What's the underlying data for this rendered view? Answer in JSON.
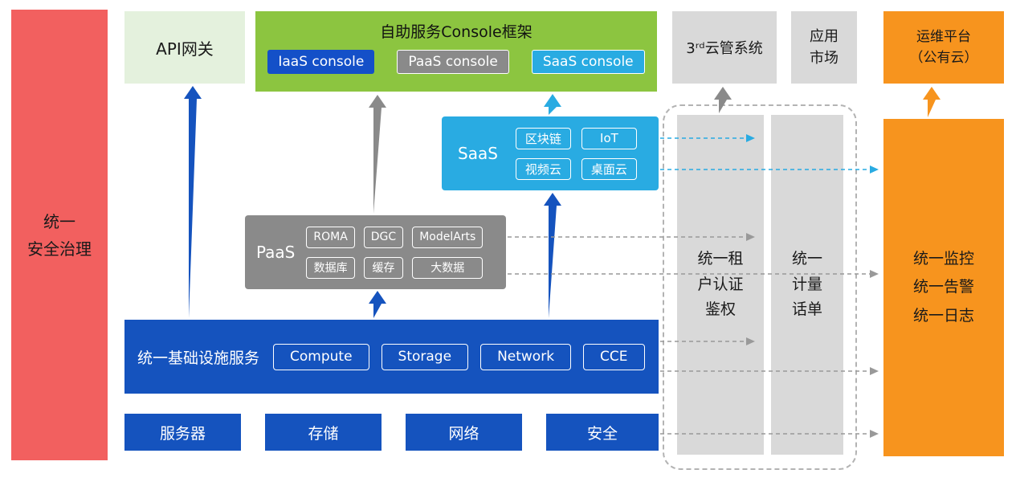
{
  "colors": {
    "red": "#f2605f",
    "light_green": "#e4f1dd",
    "green": "#8cc540",
    "blue": "#1553be",
    "dark_gray": "#8a8a8a",
    "light_gray": "#d9d9d9",
    "cyan": "#29abe2",
    "orange": "#f7941e"
  },
  "diagram": {
    "security_governance": {
      "label": "统一\n安全治理"
    },
    "api_gateway": {
      "label": "API网关"
    },
    "console_frame": {
      "title": "自助服务Console框架",
      "consoles": [
        "IaaS console",
        "PaaS console",
        "SaaS console"
      ]
    },
    "third_party_cloud_mgmt": {
      "label": "3ʳᵈ云管系统"
    },
    "app_market": {
      "label": "应用\n市场"
    },
    "ops_platform": {
      "label": "运维平台\n（公有云）"
    },
    "saas": {
      "label": "SaaS",
      "items": [
        "区块链",
        "IoT",
        "视频云",
        "桌面云"
      ]
    },
    "paas": {
      "label": "PaaS",
      "items": [
        "ROMA",
        "DGC",
        "ModelArts",
        "数据库",
        "缓存",
        "大数据"
      ]
    },
    "iaas": {
      "label": "统一基础设施服务",
      "items": [
        "Compute",
        "Storage",
        "Network",
        "CCE"
      ]
    },
    "hardware": {
      "items": [
        "服务器",
        "存储",
        "网络",
        "安全"
      ]
    },
    "tenant_auth": {
      "label": "统一租\n户认证\n鉴权"
    },
    "metering": {
      "label": "统一\n计量\n话单"
    },
    "monitoring": {
      "label": "统一监控\n统一告警\n统一日志"
    }
  }
}
